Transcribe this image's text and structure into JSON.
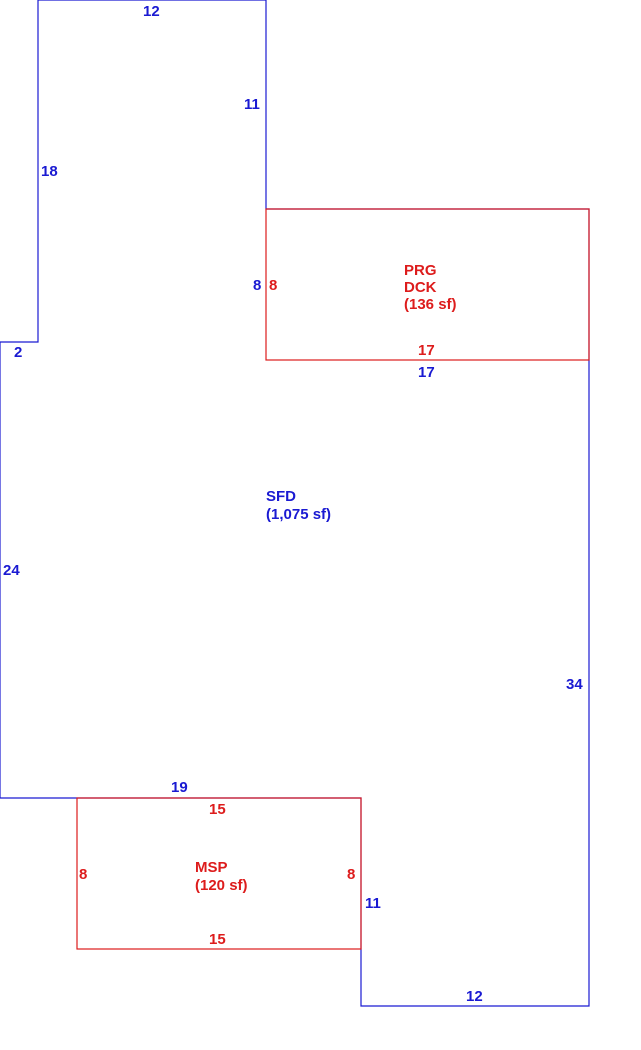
{
  "colors": {
    "main": "#1a1ad2",
    "addition": "#dd1c1c",
    "background": "#ffffff"
  },
  "sfd": {
    "name": "SFD",
    "area": "(1,075 sf)",
    "dims": {
      "top": "12",
      "upper_right": "11",
      "upper_left": "18",
      "step": "2",
      "left": "24",
      "bottom_left": "19",
      "inner_right": "11",
      "bottom_right": "12",
      "right": "34",
      "porch_left": "8",
      "porch_bottom": "17"
    }
  },
  "prg_dck": {
    "name_line1": "PRG",
    "name_line2": "DCK",
    "area": "(136 sf)",
    "dims": {
      "left": "8",
      "bottom": "17"
    }
  },
  "msp": {
    "name": "MSP",
    "area": "(120 sf)",
    "dims": {
      "top": "15",
      "left": "8",
      "right": "8",
      "bottom": "15"
    }
  }
}
